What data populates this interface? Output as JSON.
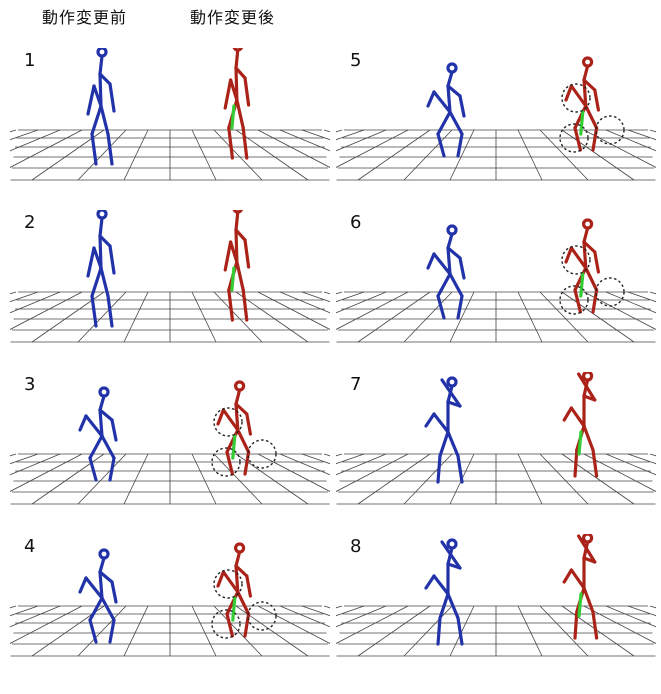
{
  "headers": {
    "before": "動作変更前",
    "after": "動作変更後"
  },
  "colors": {
    "before_figure": "#2233aa",
    "after_figure": "#aa2218",
    "highlight_limb": "#33cc33",
    "highlight_circle": "#222222",
    "grid": "#444444"
  },
  "panels": [
    {
      "label": "1",
      "highlight_circles": 0
    },
    {
      "label": "2",
      "highlight_circles": 0
    },
    {
      "label": "3",
      "highlight_circles": 3
    },
    {
      "label": "4",
      "highlight_circles": 3
    },
    {
      "label": "5",
      "highlight_circles": 3
    },
    {
      "label": "6",
      "highlight_circles": 3
    },
    {
      "label": "7",
      "highlight_circles": 0
    },
    {
      "label": "8",
      "highlight_circles": 0
    }
  ]
}
